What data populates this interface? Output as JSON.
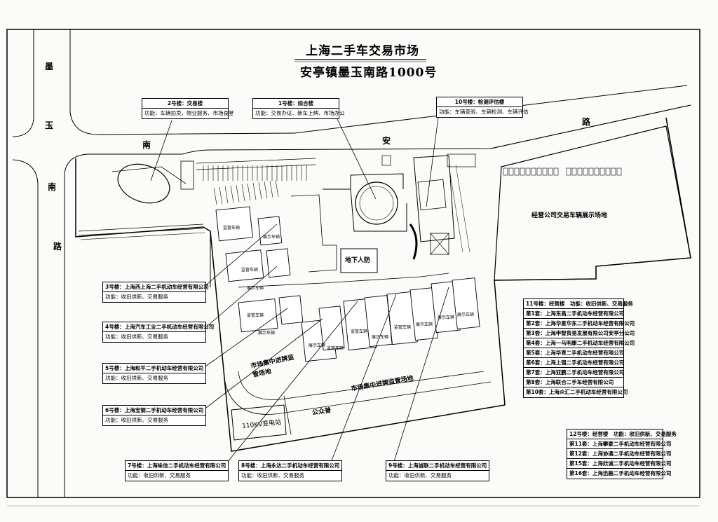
{
  "title": {
    "line1": "上海二手车交易市场",
    "line2": "安亭镇墨玉南路1000号"
  },
  "roads": {
    "left": [
      "墨",
      "玉",
      "南",
      "路"
    ],
    "top": [
      "南",
      "安",
      "路"
    ]
  },
  "building_labels": {
    "underground": "地下人防",
    "showroom_big": "经营公司交易车辆展示场地",
    "pre_sale_lot": "市场集中进牌监管场地",
    "pre_sale_lot2": "市场集中进牌监管场地",
    "public_garage": "公众普",
    "substation": "110KV变电站",
    "jianguan": "监管车辆",
    "zhanshi": "展示车辆"
  },
  "boxes": {
    "b2": {
      "title": "2号楼：交易楼",
      "line": "功能：车辆拍卖、物业服务、市场食堂"
    },
    "b1": {
      "title": "1号楼：综合楼",
      "line": "功能：交易办证、新车上牌、市场办公"
    },
    "b10": {
      "title": "10号楼：检测评估楼",
      "line": "功能：车辆查验、车辆检测、车辆评估"
    },
    "b3": {
      "title": "3号楼：上海西上海二手机动车经营有限公司",
      "line": "功能：收旧供新、交易服务"
    },
    "b4": {
      "title": "4号楼：上海汽车工业二手机动车经营有限公司",
      "line": "功能：收旧供新、交易服务"
    },
    "b5": {
      "title": "5号楼：上海和平二手机动车经营有限公司",
      "line": "功能：收旧供新、交易服务"
    },
    "b6": {
      "title": "6号楼：上海宝钢二手机动车经营有限公司",
      "line": "功能：收旧供新、交易服务"
    },
    "b7": {
      "title": "7号楼：上海咏信二手机动车经营有限公司",
      "line": "功能：收旧供新、交易服务"
    },
    "b8": {
      "title": "8号楼：上海永达二手机动车经营有限公司",
      "line": "功能：收旧供新、交易服务"
    },
    "b9": {
      "title": "9号楼：上海诚联二手机动车经营有限公司",
      "line": "功能：收旧供新、交易服务"
    }
  },
  "b11": {
    "title": "11号楼：经营楼　功能：收旧供新、交易服务",
    "rows": [
      "第1套：上海东昌二手机动车经营有限公司",
      "第2套：上海华星华东二手机动车经营有限公司",
      "第3套：上海申智贸易发展有限公司安亭分公司",
      "第4套：上海一马明康二手机动车经营有限公司",
      "第5套：上海华青二手机动车经营有限公司",
      "第6套：上海上强二手机动车经营有限公司",
      "第7套：上海亚鹏二手机动车经营有限公司",
      "第8套：上海联合二手车经营有限公司",
      "第10套：上海众汇二手机动车经营有限公司"
    ]
  },
  "b12": {
    "title": "12号楼：经营楼　功能：收旧供新、交易服务",
    "rows": [
      "第11套：上海攀豪二手机动车经营有限公司",
      "第12套：上海协通二手机动车经营有限公司",
      "第15套：上海欣诚二手机动车经营有限公司",
      "第16套：上海迅融二手机动车经营有限公司"
    ]
  }
}
